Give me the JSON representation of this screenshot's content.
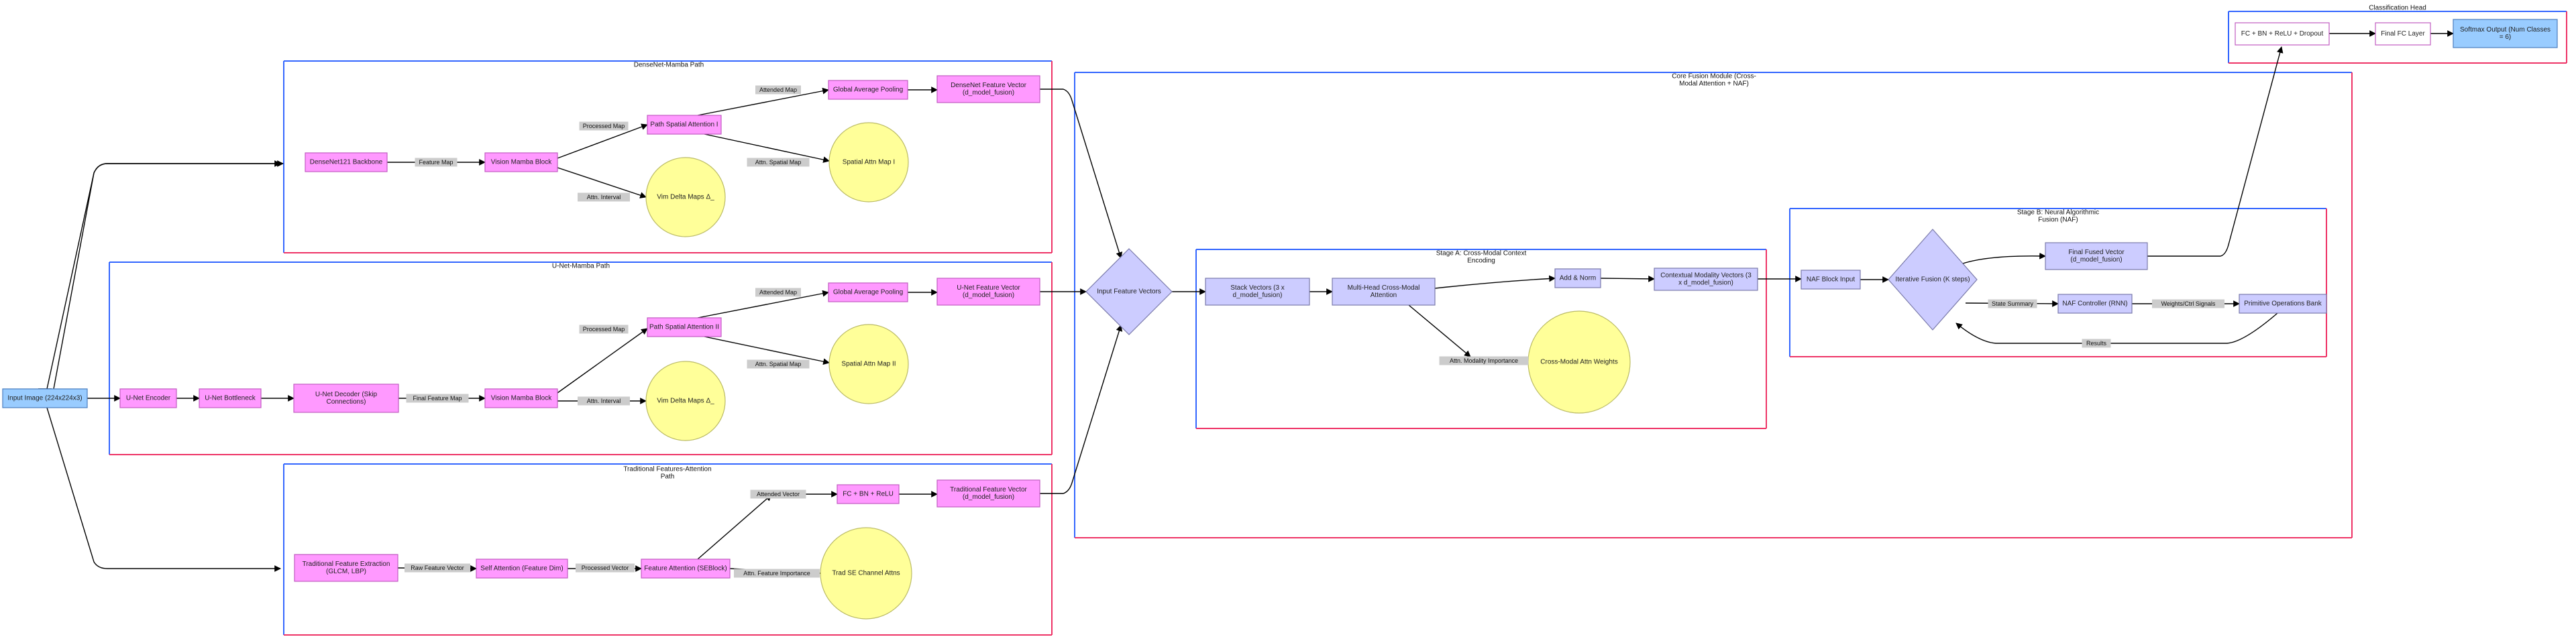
{
  "colors": {
    "pink_fill": "#ff99ff",
    "pink_stroke": "#c05cc0",
    "blue_fill": "#99ccff",
    "blue_stroke": "#4a7dbf",
    "lav_fill": "#ccccff",
    "lav_stroke": "#7a7aaa",
    "yellow_fill": "#ffff99",
    "yellow_stroke": "#bbbb66",
    "white_fill": "#ffffff",
    "group_blue": "#3366ff",
    "group_red": "#ee3366",
    "label_bg": "#cccccc"
  },
  "groups": {
    "densenet": "DenseNet-Mamba Path",
    "unet": "U-Net-Mamba Path",
    "trad": [
      "Traditional Features-Attention",
      "Path"
    ],
    "fusion": [
      "Core Fusion Module (Cross-",
      "Modal Attention + NAF)"
    ],
    "stageA": [
      "Stage A: Cross-Modal Context",
      "Encoding"
    ],
    "stageB": [
      "Stage B: Neural Algorithmic",
      "Fusion (NAF)"
    ],
    "cls": "Classification Head"
  },
  "nodes": {
    "input_image": [
      "Input Image (224x224x3)"
    ],
    "dn_backbone": [
      "DenseNet121 Backbone"
    ],
    "dn_vmb": [
      "Vision Mamba Block"
    ],
    "dn_psa": [
      "Path Spatial Attention I"
    ],
    "dn_gap": [
      "Global Average Pooling"
    ],
    "dn_fv": [
      "DenseNet Feature Vector",
      "(d_model_fusion)"
    ],
    "dn_delta": [
      "Vim Delta Maps Δ_"
    ],
    "dn_sam": [
      "Spatial Attn Map I"
    ],
    "un_enc": [
      "U-Net Encoder"
    ],
    "un_bott": [
      "U-Net Bottleneck"
    ],
    "un_dec": [
      "U-Net Decoder (Skip",
      "Connections)"
    ],
    "un_vmb": [
      "Vision Mamba Block"
    ],
    "un_psa": [
      "Path Spatial Attention II"
    ],
    "un_gap": [
      "Global Average Pooling"
    ],
    "un_fv": [
      "U-Net Feature Vector",
      "(d_model_fusion)"
    ],
    "un_delta": [
      "Vim Delta Maps Δ_"
    ],
    "un_sam": [
      "Spatial Attn Map II"
    ],
    "tr_ext": [
      "Traditional Feature Extraction",
      "(GLCM, LBP)"
    ],
    "tr_sa": [
      "Self Attention (Feature Dim)"
    ],
    "tr_fa": [
      "Feature Attention (SEBlock)"
    ],
    "tr_fc": [
      "FC + BN + ReLU"
    ],
    "tr_fv": [
      "Traditional Feature Vector",
      "(d_model_fusion)"
    ],
    "tr_se": [
      "Trad SE Channel Attns"
    ],
    "ifv": [
      "Input Feature Vectors"
    ],
    "stack": [
      "Stack Vectors (3 x",
      "d_model_fusion)"
    ],
    "mhca": [
      "Multi-Head Cross-Modal",
      "Attention"
    ],
    "addnorm": [
      "Add & Norm"
    ],
    "ctx": [
      "Contextual Modality Vectors (3",
      "x d_model_fusion)"
    ],
    "cmaw": [
      "Cross-Modal Attn Weights"
    ],
    "naf_in": [
      "NAF Block Input"
    ],
    "iter": [
      "Iterative Fusion (K steps)"
    ],
    "ffv": [
      "Final Fused Vector",
      "(d_model_fusion)"
    ],
    "naf_ctrl": [
      "NAF Controller (RNN)"
    ],
    "prim": [
      "Primitive Operations Bank"
    ],
    "cls_fc1": [
      "FC + BN + ReLU + Dropout"
    ],
    "cls_fc2": [
      "Final FC Layer"
    ],
    "cls_out": [
      "Softmax Output (Num Classes",
      "= 6)"
    ]
  },
  "edge_labels": {
    "feature_map": "Feature Map",
    "processed_map": "Processed Map",
    "attn_interval": "Attn. Interval",
    "attended_map": "Attended Map",
    "attn_spatial_map": "Attn. Spatial Map",
    "final_feature_map": "Final Feature Map",
    "raw_feature_vector": "Raw Feature Vector",
    "processed_vector": "Processed Vector",
    "attended_vector": "Attended Vector",
    "attn_feature_importance": "Attn. Feature Importance",
    "attn_modality_importance": "Attn. Modality Importance",
    "state_summary": "State Summary",
    "weights_ctrl_signals": "Weights/Ctrl Signals",
    "results": "Results"
  }
}
